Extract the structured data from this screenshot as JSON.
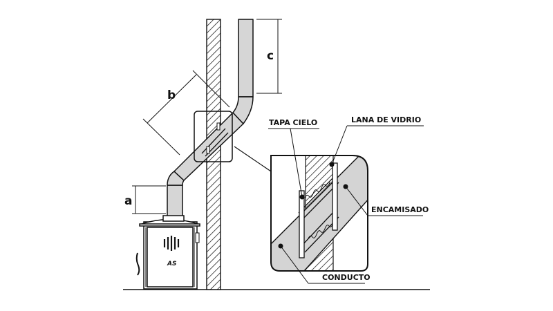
{
  "dimensions": {
    "a": "a",
    "b": "b",
    "c": "c"
  },
  "labels": {
    "tapa_cielo": "TAPA CIELO",
    "lana_de_vidrio": "LANA DE VIDRIO",
    "encamisado": "ENCAMISADO",
    "conducto": "CONDUCTO"
  },
  "stove_logo": "AS",
  "colors": {
    "line": "#111111",
    "pipe_fill": "#d4d4d4",
    "background": "#ffffff"
  }
}
